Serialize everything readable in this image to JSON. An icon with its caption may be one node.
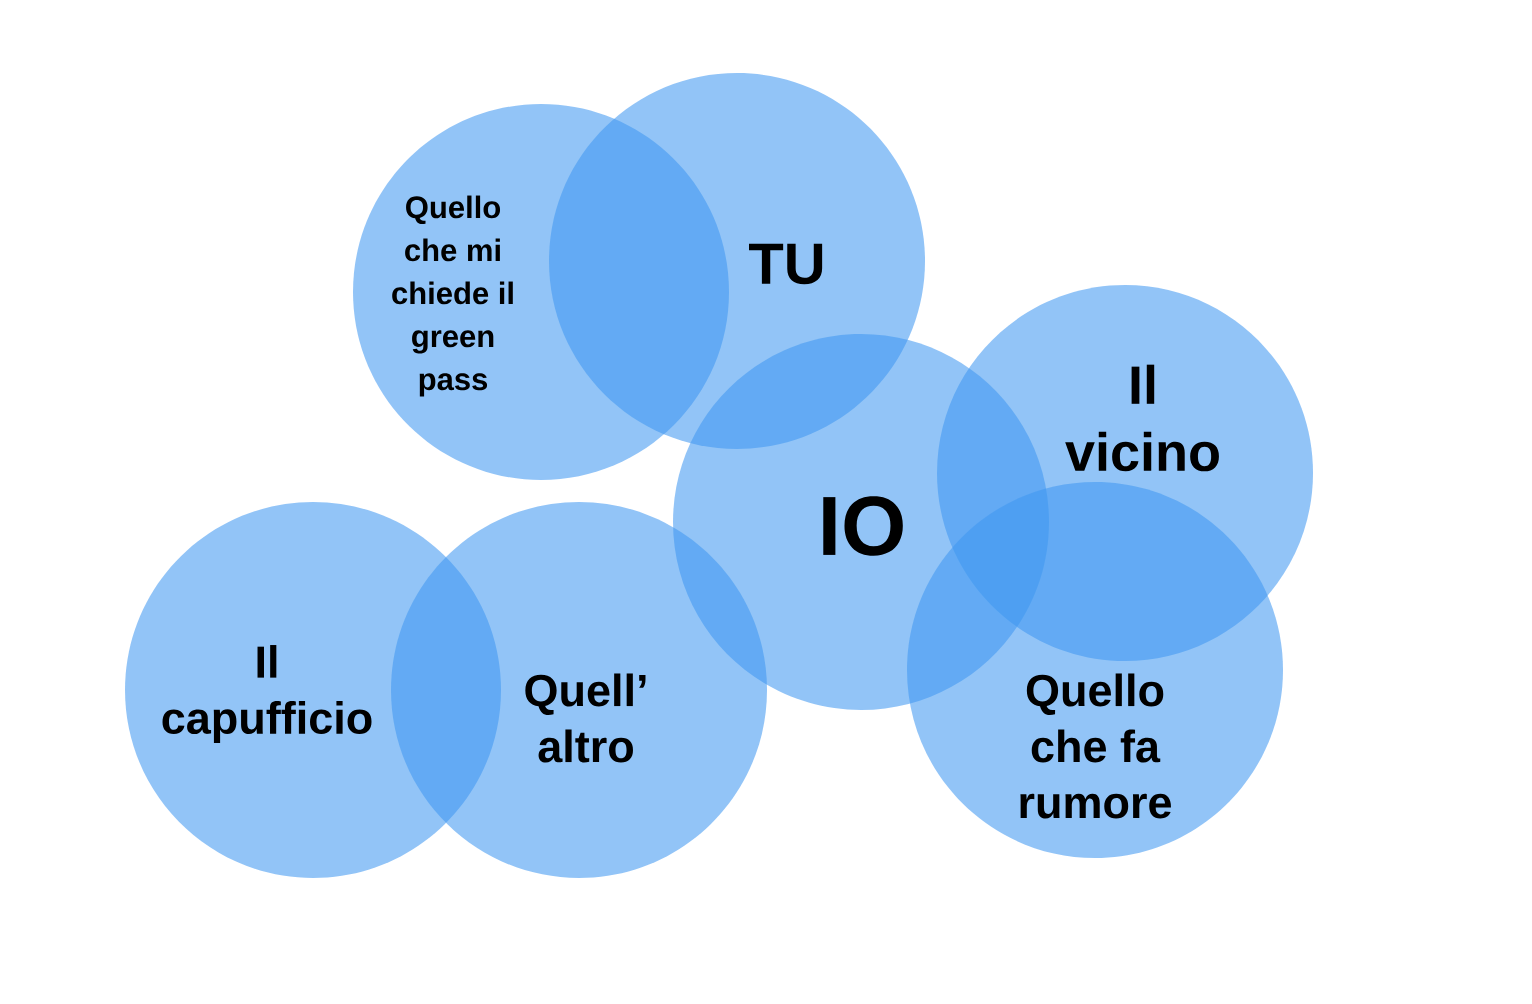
{
  "diagram": {
    "nodes": [
      {
        "text": [
          "Quello che mi chiede il green pass"
        ]
      },
      {
        "text": [
          "TU"
        ]
      },
      {
        "text": [
          "Il vicino"
        ]
      },
      {
        "text": [
          "IO"
        ]
      },
      {
        "text": [
          "Il capufficio"
        ]
      },
      {
        "text": [
          "Quell’ altro"
        ]
      },
      {
        "text": [
          "Quello che fa rumore"
        ]
      }
    ]
  }
}
